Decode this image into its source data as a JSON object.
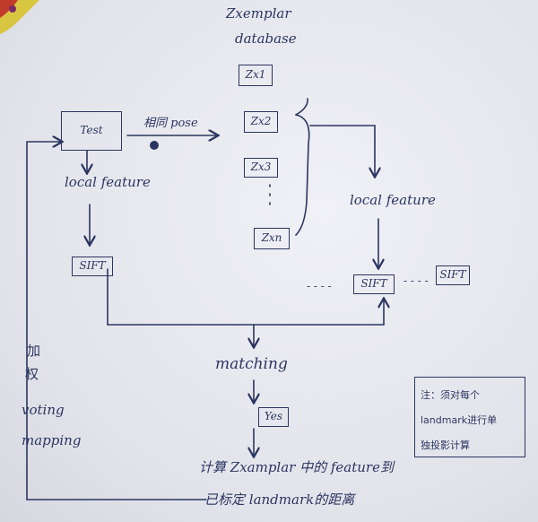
{
  "title": {
    "line1": "Zxemplar",
    "line2": "database"
  },
  "nodes": {
    "test": "Test",
    "arrow_label": "相同 pose",
    "exemplars": [
      "Zx1",
      "Zx2",
      "Zx3",
      "Zxn"
    ],
    "dots": ":",
    "local_feature_left": "local feature",
    "local_feature_right": "local feature",
    "sift_left": "SIFT",
    "sift_middle": "SIFT",
    "sift_right": "SIFT",
    "ellipsis_left": "- - - -",
    "ellipsis_right": "- - - -",
    "matching": "matching",
    "yes": "Yes",
    "compute_line1": "计算 Zxamplar 中的 feature到",
    "compute_line2": "已标定 landmark的距离",
    "weighting": [
      "加",
      "权",
      "voting",
      "mapping"
    ]
  },
  "note": {
    "line1": "注：须对每个",
    "line2": "landmark进行单",
    "line3": "独投影计算"
  },
  "colors": {
    "ink": "#2b3560",
    "paper": "#e9e9ee"
  }
}
